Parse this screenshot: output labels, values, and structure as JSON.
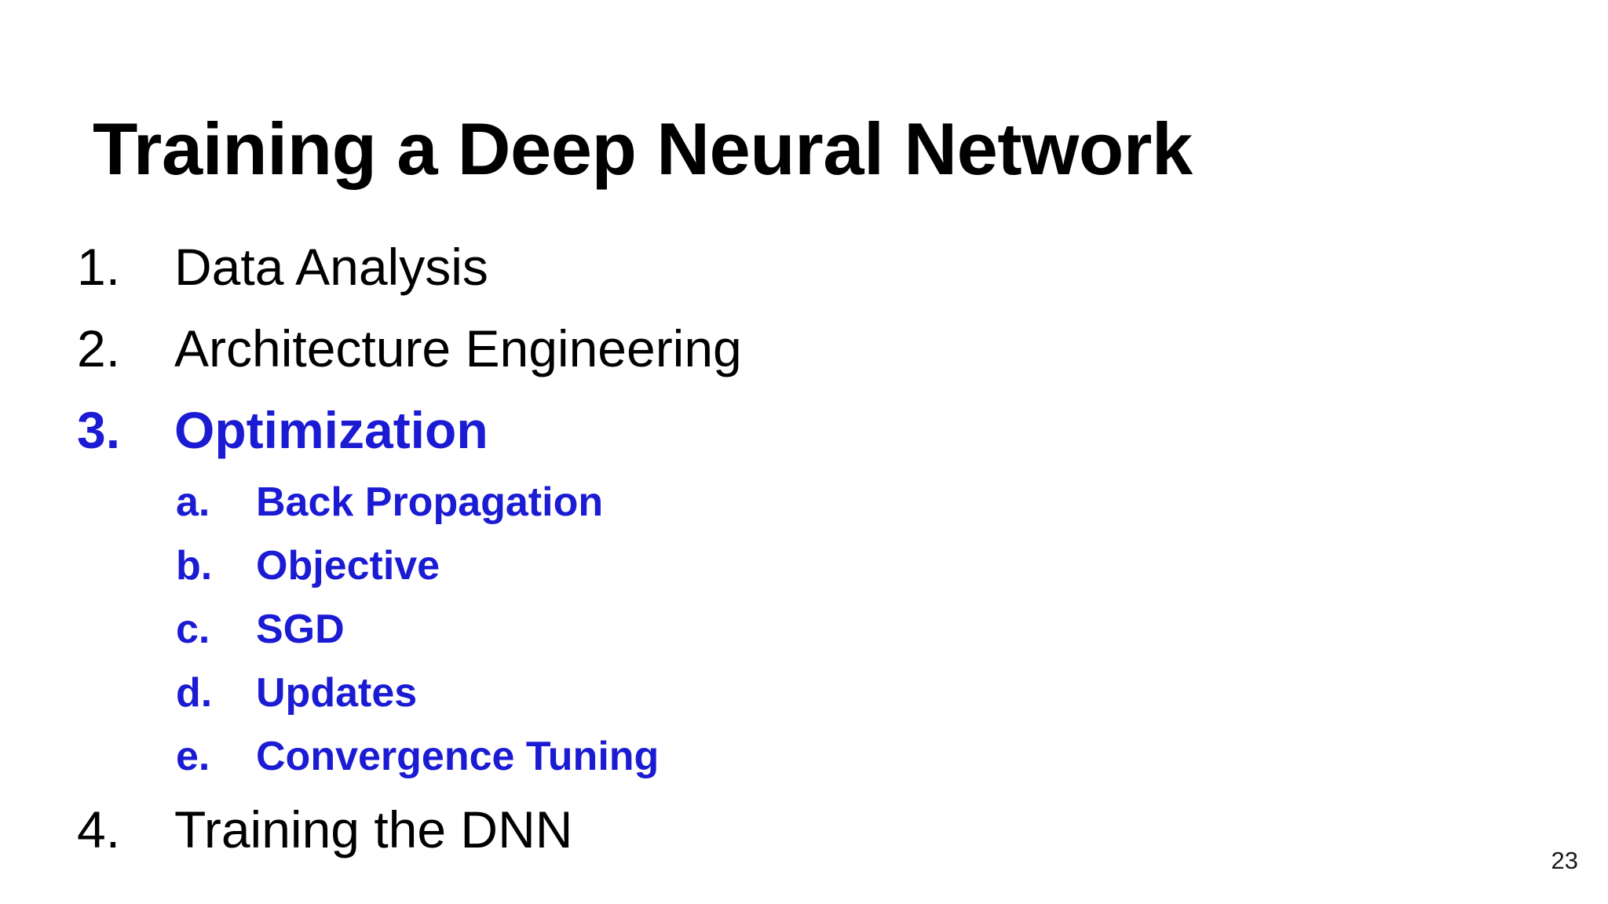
{
  "slide": {
    "background_color": "#ffffff",
    "accent_color": "#1b1bd4",
    "text_color": "#000000",
    "title": "Training a Deep Neural Network",
    "page_number": "23"
  },
  "outline": {
    "items": [
      {
        "marker": "1.",
        "label": "Data Analysis",
        "level": 1,
        "highlighted": false,
        "children": []
      },
      {
        "marker": "2.",
        "label": "Architecture Engineering",
        "level": 1,
        "highlighted": false,
        "children": []
      },
      {
        "marker": "3.",
        "label": "Optimization",
        "level": 1,
        "highlighted": true,
        "children": [
          {
            "marker": "a.",
            "label": "Back Propagation",
            "level": 2
          },
          {
            "marker": "b.",
            "label": "Objective",
            "level": 2
          },
          {
            "marker": "c.",
            "label": "SGD",
            "level": 2
          },
          {
            "marker": "d.",
            "label": "Updates",
            "level": 2
          },
          {
            "marker": "e.",
            "label": "Convergence Tuning",
            "level": 2
          }
        ]
      },
      {
        "marker": "4.",
        "label": "Training the DNN",
        "level": 1,
        "highlighted": false,
        "children": []
      }
    ]
  }
}
